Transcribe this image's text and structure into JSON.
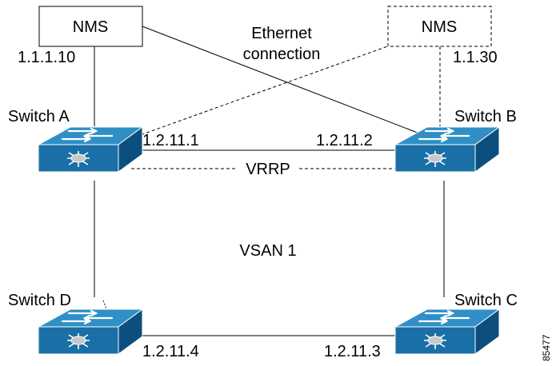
{
  "colors": {
    "switch_top": "#2f8fc6",
    "switch_front": "#1a6fa6",
    "switch_side": "#0c4f7e",
    "line": "#000000",
    "background": "#ffffff"
  },
  "nms_primary": {
    "label": "NMS",
    "address": "1.1.1.10"
  },
  "nms_secondary": {
    "label": "NMS",
    "address": "1.1.30"
  },
  "ethernet_label": {
    "line1": "Ethernet",
    "line2": "connection"
  },
  "switches": {
    "a": {
      "name": "Switch A",
      "ip": "1.2.11.1"
    },
    "b": {
      "name": "Switch B",
      "ip": "1.2.11.2"
    },
    "c": {
      "name": "Switch C",
      "ip": "1.2.11.3"
    },
    "d": {
      "name": "Switch D",
      "ip": "1.2.11.4"
    }
  },
  "vrrp_label": "VRRP",
  "vsan_label": "VSAN 1",
  "figure_id": "85477"
}
